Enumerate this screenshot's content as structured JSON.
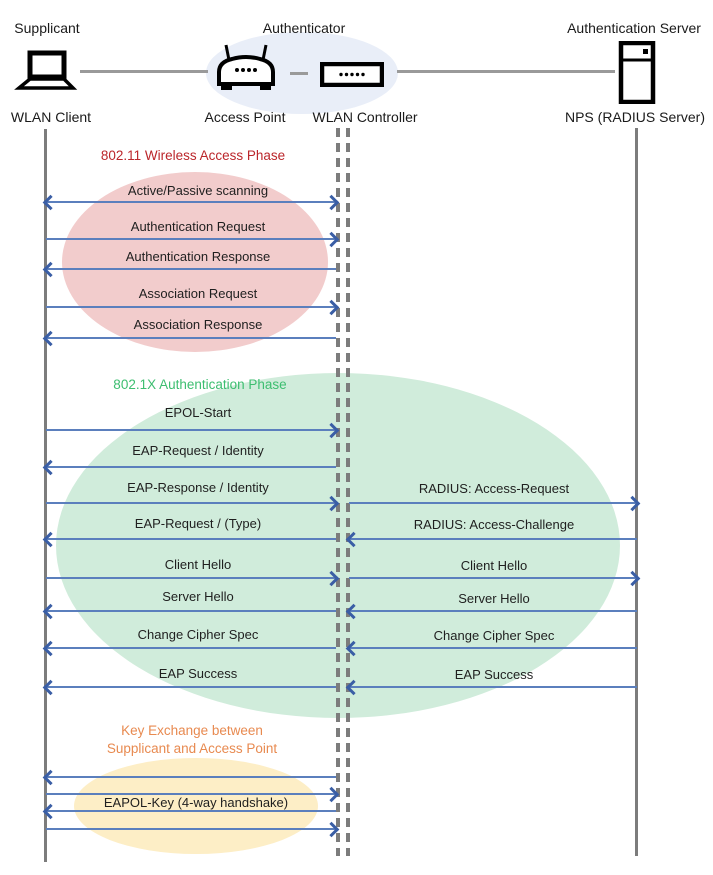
{
  "header": {
    "roles": [
      {
        "label": "Supplicant"
      },
      {
        "label": "Authenticator"
      },
      {
        "label": "Authentication Server"
      }
    ],
    "devices": [
      {
        "label": "WLAN Client",
        "icon": "laptop-icon"
      },
      {
        "label": "Access Point",
        "icon": "wireless-router-icon"
      },
      {
        "label": "WLAN Controller",
        "icon": "controller-box-icon"
      },
      {
        "label": "NPS (RADIUS Server)",
        "icon": "server-icon"
      }
    ]
  },
  "phases": [
    {
      "title": "802.11 Wireless Access Phase",
      "title_color": "#bb262b",
      "ellipse_color": "#f2cccc"
    },
    {
      "title": "802.1X Authentication Phase",
      "title_color": "#3dbe70",
      "ellipse_color": "#d0ecdb"
    },
    {
      "title_line1": "Key Exchange between",
      "title_line2": "Supplicant and Access Point",
      "title_color": "#e88a50",
      "ellipse_color": "#fdeec6"
    }
  ],
  "left_messages": [
    {
      "label": "Active/Passive scanning",
      "direction": "both"
    },
    {
      "label": "Authentication Request",
      "direction": "right"
    },
    {
      "label": "Authentication Response",
      "direction": "left"
    },
    {
      "label": "Association Request",
      "direction": "right"
    },
    {
      "label": "Association Response",
      "direction": "left"
    },
    {
      "label": "EPOL-Start",
      "direction": "right"
    },
    {
      "label": "EAP-Request / Identity",
      "direction": "left"
    },
    {
      "label": "EAP-Response / Identity",
      "direction": "right"
    },
    {
      "label": "EAP-Request / (Type)",
      "direction": "left"
    },
    {
      "label": "Client Hello",
      "direction": "right"
    },
    {
      "label": "Server Hello",
      "direction": "left"
    },
    {
      "label": "Change Cipher Spec",
      "direction": "left"
    },
    {
      "label": "EAP Success",
      "direction": "left"
    }
  ],
  "right_messages": [
    {
      "label": "RADIUS: Access-Request",
      "direction": "right"
    },
    {
      "label": "RADIUS: Access-Challenge",
      "direction": "left"
    },
    {
      "label": "Client Hello",
      "direction": "right"
    },
    {
      "label": "Server Hello",
      "direction": "left"
    },
    {
      "label": "Change Cipher Spec",
      "direction": "left"
    },
    {
      "label": "EAP Success",
      "direction": "left"
    }
  ],
  "key_exchange": {
    "label": "EAPOL-Key (4-way handshake)",
    "arrow_directions": [
      "left",
      "right",
      "left",
      "right"
    ]
  },
  "colors": {
    "arrow_line": "#5b7fbd",
    "arrow_head": "#3a5ea5",
    "lifeline": "#7c7c7c",
    "authenticator_ellipse": "#e9eef8",
    "message_text": "#1f1f1f"
  }
}
